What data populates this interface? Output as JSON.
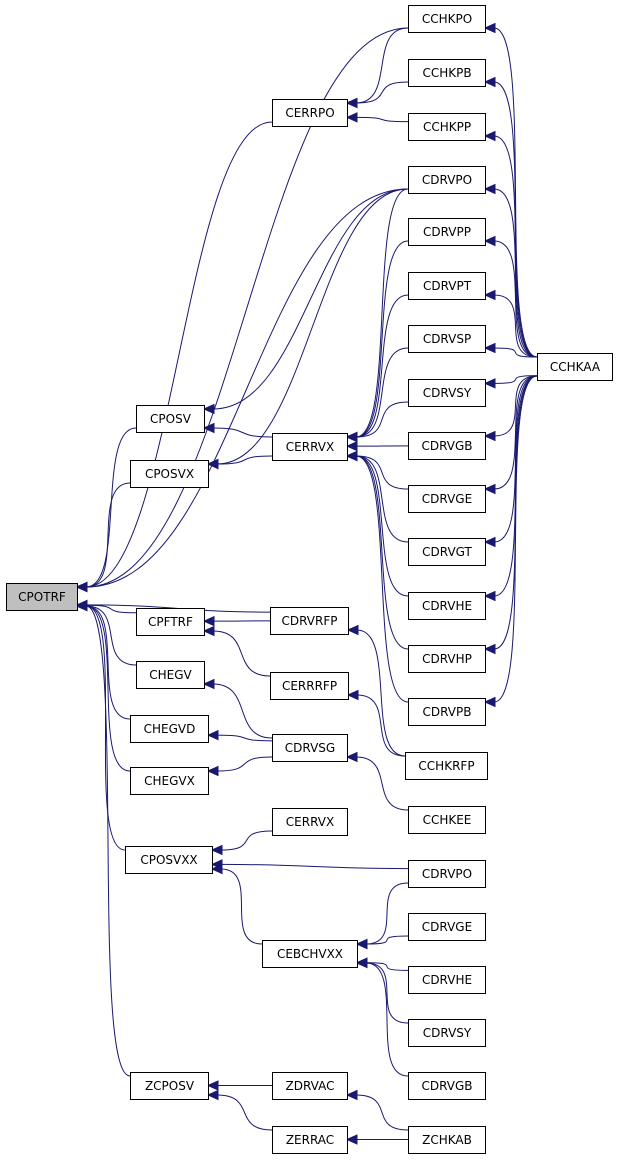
{
  "graph": {
    "type": "call-graph",
    "nodes": [
      {
        "id": "cpotrf",
        "label": "CPOTRF",
        "focus": true
      },
      {
        "id": "cchkpo",
        "label": "CCHKPO"
      },
      {
        "id": "cchkpb",
        "label": "CCHKPB"
      },
      {
        "id": "cerrpo",
        "label": "CERRPO"
      },
      {
        "id": "cchkpp",
        "label": "CCHKPP"
      },
      {
        "id": "cdrvpo_a",
        "label": "CDRVPO"
      },
      {
        "id": "cdrvpp",
        "label": "CDRVPP"
      },
      {
        "id": "cdrvpt",
        "label": "CDRVPT"
      },
      {
        "id": "cdrvsp",
        "label": "CDRVSP"
      },
      {
        "id": "cchkaa",
        "label": "CCHKAA"
      },
      {
        "id": "cdrvsy_a",
        "label": "CDRVSY"
      },
      {
        "id": "cposv",
        "label": "CPOSV"
      },
      {
        "id": "cerrvx_a",
        "label": "CERRVX"
      },
      {
        "id": "cdrvgb_a",
        "label": "CDRVGB"
      },
      {
        "id": "cposvx",
        "label": "CPOSVX"
      },
      {
        "id": "cdrvge_a",
        "label": "CDRVGE"
      },
      {
        "id": "cdrvgt",
        "label": "CDRVGT"
      },
      {
        "id": "cdrvhe_a",
        "label": "CDRVHE"
      },
      {
        "id": "cpftrf",
        "label": "CPFTRF"
      },
      {
        "id": "cdrvrfp",
        "label": "CDRVRFP"
      },
      {
        "id": "cdrvhp",
        "label": "CDRVHP"
      },
      {
        "id": "chegv",
        "label": "CHEGV"
      },
      {
        "id": "cerrrfp",
        "label": "CERRRFP"
      },
      {
        "id": "cdrvpb",
        "label": "CDRVPB"
      },
      {
        "id": "chegvd",
        "label": "CHEGVD"
      },
      {
        "id": "cdrvsg",
        "label": "CDRVSG"
      },
      {
        "id": "cchkrfp",
        "label": "CCHKRFP"
      },
      {
        "id": "chegvx",
        "label": "CHEGVX"
      },
      {
        "id": "cchkee",
        "label": "CCHKEE"
      },
      {
        "id": "cerrvx_b",
        "label": "CERRVX"
      },
      {
        "id": "cposvxx",
        "label": "CPOSVXX"
      },
      {
        "id": "cdrvpo_b",
        "label": "CDRVPO"
      },
      {
        "id": "cdrvge_b",
        "label": "CDRVGE"
      },
      {
        "id": "cebchvxx",
        "label": "CEBCHVXX"
      },
      {
        "id": "cdrvhe_b",
        "label": "CDRVHE"
      },
      {
        "id": "cdrvsy_b",
        "label": "CDRVSY"
      },
      {
        "id": "cdrvgb_b",
        "label": "CDRVGB"
      },
      {
        "id": "zcposv",
        "label": "ZCPOSV"
      },
      {
        "id": "zdrvac",
        "label": "ZDRVAC"
      },
      {
        "id": "zerrac",
        "label": "ZERRAC"
      },
      {
        "id": "zchkab",
        "label": "ZCHKAB"
      }
    ],
    "edges": [
      {
        "from": "cchkpo",
        "to": "cpotrf"
      },
      {
        "from": "cerrpo",
        "to": "cpotrf"
      },
      {
        "from": "cdrvpo_a",
        "to": "cpotrf"
      },
      {
        "from": "cposv",
        "to": "cpotrf"
      },
      {
        "from": "cposvx",
        "to": "cpotrf"
      },
      {
        "from": "cpftrf",
        "to": "cpotrf"
      },
      {
        "from": "cdrvrfp",
        "to": "cpotrf"
      },
      {
        "from": "chegv",
        "to": "cpotrf"
      },
      {
        "from": "chegvd",
        "to": "cpotrf"
      },
      {
        "from": "chegvx",
        "to": "cpotrf"
      },
      {
        "from": "cposvxx",
        "to": "cpotrf"
      },
      {
        "from": "zcposv",
        "to": "cpotrf"
      },
      {
        "from": "cchkpo",
        "to": "cerrpo"
      },
      {
        "from": "cchkpb",
        "to": "cerrpo"
      },
      {
        "from": "cchkpp",
        "to": "cerrpo"
      },
      {
        "from": "cchkaa",
        "to": "cchkpo"
      },
      {
        "from": "cchkaa",
        "to": "cchkpb"
      },
      {
        "from": "cchkaa",
        "to": "cchkpp"
      },
      {
        "from": "cchkaa",
        "to": "cdrvpo_a"
      },
      {
        "from": "cchkaa",
        "to": "cdrvpp"
      },
      {
        "from": "cchkaa",
        "to": "cdrvpt"
      },
      {
        "from": "cchkaa",
        "to": "cdrvsp"
      },
      {
        "from": "cchkaa",
        "to": "cdrvsy_a"
      },
      {
        "from": "cchkaa",
        "to": "cdrvgb_a"
      },
      {
        "from": "cchkaa",
        "to": "cdrvge_a"
      },
      {
        "from": "cchkaa",
        "to": "cdrvgt"
      },
      {
        "from": "cchkaa",
        "to": "cdrvhe_a"
      },
      {
        "from": "cchkaa",
        "to": "cdrvhp"
      },
      {
        "from": "cchkaa",
        "to": "cdrvpb"
      },
      {
        "from": "cdrvpo_a",
        "to": "cposv"
      },
      {
        "from": "cerrvx_a",
        "to": "cposv"
      },
      {
        "from": "cdrvpo_a",
        "to": "cposvx"
      },
      {
        "from": "cerrvx_a",
        "to": "cposvx"
      },
      {
        "from": "cdrvpo_a",
        "to": "cerrvx_a"
      },
      {
        "from": "cdrvpp",
        "to": "cerrvx_a"
      },
      {
        "from": "cdrvpt",
        "to": "cerrvx_a"
      },
      {
        "from": "cdrvsp",
        "to": "cerrvx_a"
      },
      {
        "from": "cdrvsy_a",
        "to": "cerrvx_a"
      },
      {
        "from": "cdrvgb_a",
        "to": "cerrvx_a"
      },
      {
        "from": "cdrvge_a",
        "to": "cerrvx_a"
      },
      {
        "from": "cdrvgt",
        "to": "cerrvx_a"
      },
      {
        "from": "cdrvhe_a",
        "to": "cerrvx_a"
      },
      {
        "from": "cdrvhp",
        "to": "cerrvx_a"
      },
      {
        "from": "cdrvpb",
        "to": "cerrvx_a"
      },
      {
        "from": "cdrvrfp",
        "to": "cpftrf"
      },
      {
        "from": "cerrrfp",
        "to": "cpftrf"
      },
      {
        "from": "cchkrfp",
        "to": "cdrvrfp"
      },
      {
        "from": "cchkrfp",
        "to": "cerrrfp"
      },
      {
        "from": "cdrvsg",
        "to": "chegv"
      },
      {
        "from": "cdrvsg",
        "to": "chegvd"
      },
      {
        "from": "cdrvsg",
        "to": "chegvx"
      },
      {
        "from": "cchkee",
        "to": "cdrvsg"
      },
      {
        "from": "cerrvx_b",
        "to": "cposvxx"
      },
      {
        "from": "cdrvpo_b",
        "to": "cposvxx"
      },
      {
        "from": "cebchvxx",
        "to": "cposvxx"
      },
      {
        "from": "cdrvpo_b",
        "to": "cebchvxx"
      },
      {
        "from": "cdrvge_b",
        "to": "cebchvxx"
      },
      {
        "from": "cdrvhe_b",
        "to": "cebchvxx"
      },
      {
        "from": "cdrvsy_b",
        "to": "cebchvxx"
      },
      {
        "from": "cdrvgb_b",
        "to": "cebchvxx"
      },
      {
        "from": "zdrvac",
        "to": "zcposv"
      },
      {
        "from": "zerrac",
        "to": "zcposv"
      },
      {
        "from": "zchkab",
        "to": "zdrvac"
      },
      {
        "from": "zchkab",
        "to": "zerrac"
      }
    ]
  }
}
